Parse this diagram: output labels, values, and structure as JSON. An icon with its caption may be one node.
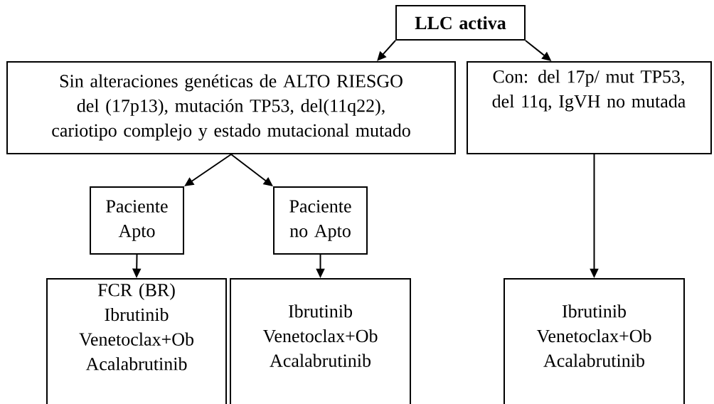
{
  "diagram": {
    "nodes": [
      {
        "text": [
          "**LLC activa**"
        ]
      },
      {
        "text": [
          "Sin alteraciones genéticas de ALTO RIESGO del (17p13), mutación TP53, del(11q22), cariotipo complejo y estado mutacional mutado"
        ]
      },
      {
        "text": [
          "Con: del 17p/ mut TP53, del 11q, IgVH no mutada"
        ]
      },
      {
        "text": [
          "Paciente Apto"
        ]
      },
      {
        "text": [
          "Paciente no Apto"
        ]
      },
      {
        "text": [
          "FCR (BR)",
          "Ibrutinib",
          "Venetoclax+Ob",
          "Acalabrutinib"
        ]
      },
      {
        "text": [
          "Ibrutinib",
          "Venetoclax+Ob",
          "Acalabrutinib"
        ]
      },
      {
        "text": [
          "Ibrutinib",
          "Venetoclax+Ob",
          "Acalabrutinib"
        ]
      }
    ],
    "edges": [
      {
        "from": 0,
        "to": 1,
        "arrow": "to"
      },
      {
        "from": 0,
        "to": 2,
        "arrow": "to"
      },
      {
        "from": 1,
        "to": 3,
        "arrow": "to"
      },
      {
        "from": 1,
        "to": 4,
        "arrow": "to"
      },
      {
        "from": 3,
        "to": 5,
        "arrow": "to"
      },
      {
        "from": 4,
        "to": 6,
        "arrow": "to"
      },
      {
        "from": 2,
        "to": 7,
        "arrow": "to"
      }
    ]
  }
}
